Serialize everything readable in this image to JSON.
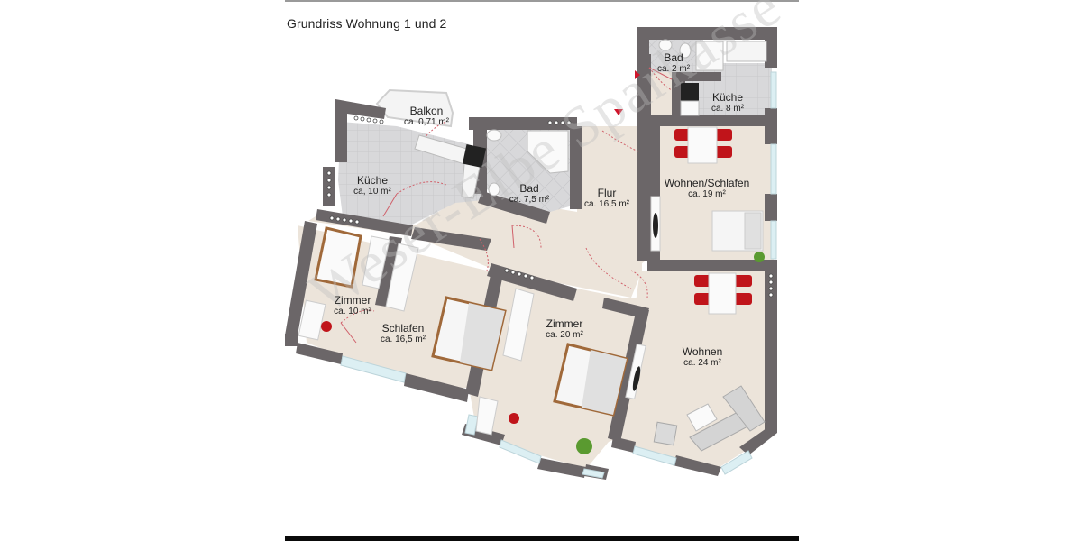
{
  "document": {
    "title": "Grundriss Wohnung 1 und 2",
    "watermark": "Weser-Elbe Sparkasse"
  },
  "rooms": [
    {
      "id": "balkon",
      "name": "Balkon",
      "area": "ca. 0,71 m²"
    },
    {
      "id": "kueche1",
      "name": "Küche",
      "area": "ca, 10 m²"
    },
    {
      "id": "bad1",
      "name": "Bad",
      "area": "ca. 7,5 m²"
    },
    {
      "id": "flur",
      "name": "Flur",
      "area": "ca. 16,5 m²"
    },
    {
      "id": "bad2",
      "name": "Bad",
      "area": "ca. 2 m²"
    },
    {
      "id": "kueche2",
      "name": "Küche",
      "area": "ca. 8 m²"
    },
    {
      "id": "wohnen_schlafen",
      "name": "Wohnen/Schlafen",
      "area": "ca. 19 m²"
    },
    {
      "id": "zimmer1",
      "name": "Zimmer",
      "area": "ca. 10 m²"
    },
    {
      "id": "schlafen",
      "name": "Schlafen",
      "area": "ca. 16,5 m²"
    },
    {
      "id": "zimmer2",
      "name": "Zimmer",
      "area": "ca. 20 m²"
    },
    {
      "id": "wohnen",
      "name": "Wohnen",
      "area": "ca. 24 m²"
    }
  ],
  "colors": {
    "wall": "#6b6668",
    "floor": "#ece4da",
    "tile": "#d6d6d8",
    "door_arc": "#d0606a",
    "chair": "#c0141a",
    "bed_frame": "#a0693a",
    "plant": "#5a9a30",
    "window": "#dceff3"
  }
}
